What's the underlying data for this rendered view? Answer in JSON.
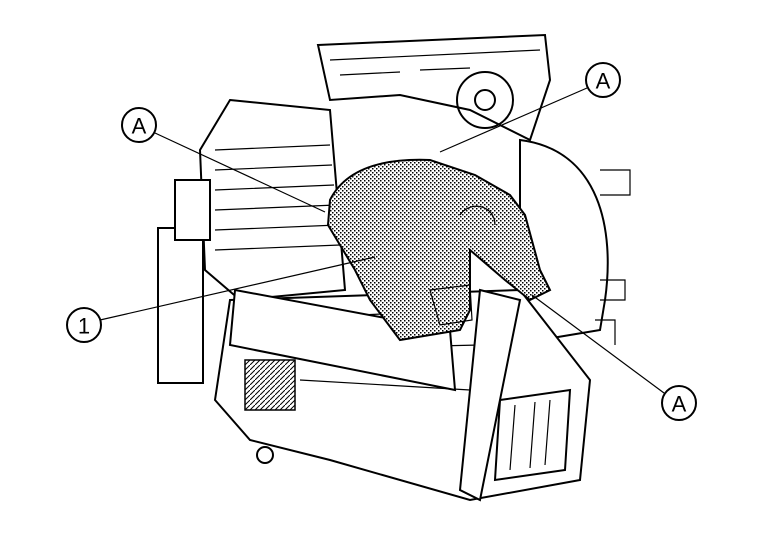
{
  "diagram": {
    "callouts": [
      {
        "label": "A"
      },
      {
        "label": "A"
      },
      {
        "label": "1"
      },
      {
        "label": "A"
      }
    ],
    "highlight_color": "#000000"
  }
}
